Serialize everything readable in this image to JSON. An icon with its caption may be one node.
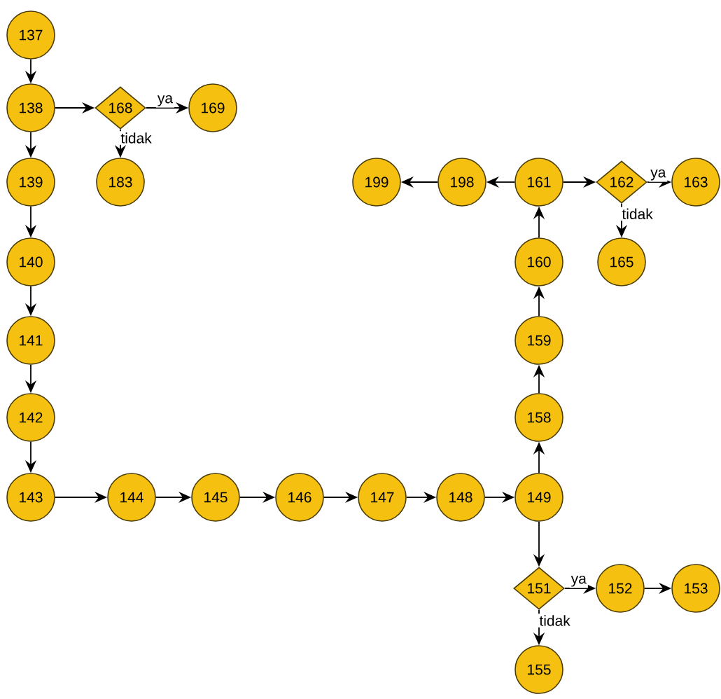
{
  "diagram": {
    "nodes": [
      {
        "text": [
          "137"
        ]
      },
      {
        "text": [
          "138"
        ]
      },
      {
        "text": [
          "168"
        ]
      },
      {
        "text": [
          "169"
        ]
      },
      {
        "text": [
          "183"
        ]
      },
      {
        "text": [
          "139"
        ]
      },
      {
        "text": [
          "140"
        ]
      },
      {
        "text": [
          "141"
        ]
      },
      {
        "text": [
          "142"
        ]
      },
      {
        "text": [
          "143"
        ]
      },
      {
        "text": [
          "199"
        ]
      },
      {
        "text": [
          "198"
        ]
      },
      {
        "text": [
          "161"
        ]
      },
      {
        "text": [
          "162"
        ]
      },
      {
        "text": [
          "163"
        ]
      },
      {
        "text": [
          "165"
        ]
      },
      {
        "text": [
          "160"
        ]
      },
      {
        "text": [
          "159"
        ]
      },
      {
        "text": [
          "158"
        ]
      },
      {
        "text": [
          "144"
        ]
      },
      {
        "text": [
          "145"
        ]
      },
      {
        "text": [
          "146"
        ]
      },
      {
        "text": [
          "147"
        ]
      },
      {
        "text": [
          "148"
        ]
      },
      {
        "text": [
          "149"
        ]
      },
      {
        "text": [
          "151"
        ]
      },
      {
        "text": [
          "152"
        ]
      },
      {
        "text": [
          "153"
        ]
      },
      {
        "text": [
          "155"
        ]
      }
    ],
    "edges": [
      {
        "from": 0,
        "to": 1,
        "arrow": "to"
      },
      {
        "from": 1,
        "to": 2,
        "arrow": "to"
      },
      {
        "from": 2,
        "to": 3,
        "arrow": "to",
        "label": "ya"
      },
      {
        "from": 2,
        "to": 4,
        "arrow": "to",
        "label": "tidak"
      },
      {
        "from": 1,
        "to": 5,
        "arrow": "to"
      },
      {
        "from": 5,
        "to": 6,
        "arrow": "to"
      },
      {
        "from": 6,
        "to": 7,
        "arrow": "to"
      },
      {
        "from": 7,
        "to": 8,
        "arrow": "to"
      },
      {
        "from": 8,
        "to": 9,
        "arrow": "to"
      },
      {
        "from": 9,
        "to": 19,
        "arrow": "to"
      },
      {
        "from": 19,
        "to": 20,
        "arrow": "to"
      },
      {
        "from": 20,
        "to": 21,
        "arrow": "to"
      },
      {
        "from": 21,
        "to": 22,
        "arrow": "to"
      },
      {
        "from": 22,
        "to": 23,
        "arrow": "to"
      },
      {
        "from": 23,
        "to": 24,
        "arrow": "to"
      },
      {
        "from": 24,
        "to": 25,
        "arrow": "to"
      },
      {
        "from": 25,
        "to": 26,
        "arrow": "to",
        "label": "ya"
      },
      {
        "from": 26,
        "to": 27,
        "arrow": "to"
      },
      {
        "from": 25,
        "to": 28,
        "arrow": "to",
        "label": "tidak"
      },
      {
        "from": 24,
        "to": 18,
        "arrow": "to"
      },
      {
        "from": 18,
        "to": 17,
        "arrow": "to"
      },
      {
        "from": 17,
        "to": 16,
        "arrow": "to"
      },
      {
        "from": 16,
        "to": 12,
        "arrow": "to"
      },
      {
        "from": 12,
        "to": 11,
        "arrow": "to"
      },
      {
        "from": 11,
        "to": 10,
        "arrow": "to"
      },
      {
        "from": 12,
        "to": 13,
        "arrow": "to"
      },
      {
        "from": 13,
        "to": 14,
        "arrow": "to",
        "label": "ya"
      },
      {
        "from": 13,
        "to": 15,
        "arrow": "to",
        "label": "tidak"
      }
    ]
  }
}
